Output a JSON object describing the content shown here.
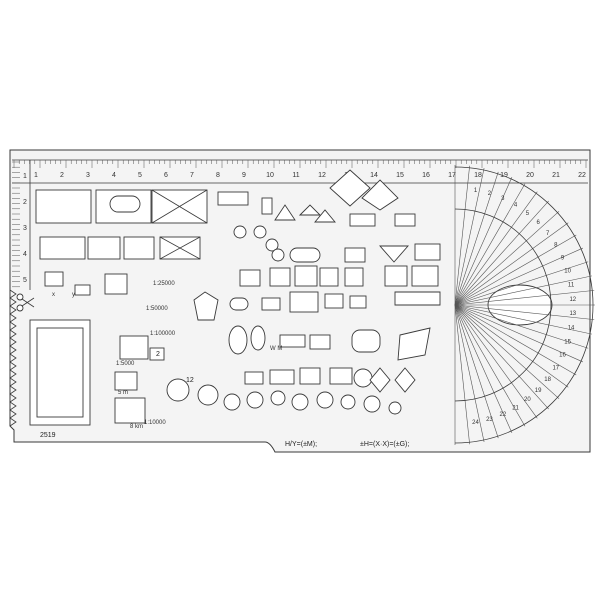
{
  "top_ruler_numbers": [
    "1",
    "2",
    "3",
    "4",
    "5",
    "6",
    "7",
    "8",
    "9",
    "10",
    "11",
    "12",
    "13",
    "14",
    "15",
    "16",
    "17",
    "18",
    "19",
    "20",
    "21",
    "22"
  ],
  "left_ruler_numbers": [
    "1",
    "2",
    "3",
    "4",
    "5"
  ],
  "protractor_numbers": [
    "1",
    "2",
    "3",
    "4",
    "5",
    "6",
    "7",
    "8",
    "9",
    "10",
    "11",
    "12",
    "13",
    "14",
    "15",
    "16",
    "17",
    "18",
    "19",
    "20",
    "21",
    "22",
    "23",
    "24"
  ],
  "labels": {
    "model": "2519",
    "scale_a": "1:25000",
    "scale_b": "1:50000",
    "scale_c": "1:100000",
    "scale_d": "1:10000",
    "scale_e": "1:5000",
    "axis_x": "x",
    "axis_y": "y",
    "wm": "W M",
    "formula_1": "H/Y=(±M);",
    "formula_2": "±H=(X·X)=(±G);",
    "unit_km": "8 km",
    "unit_m": "5 m",
    "num_12": "12",
    "num_2": "2"
  },
  "colors": {
    "template": "#f4f4f4",
    "outline": "#3a3a3a",
    "cutout": "#ffffff"
  }
}
